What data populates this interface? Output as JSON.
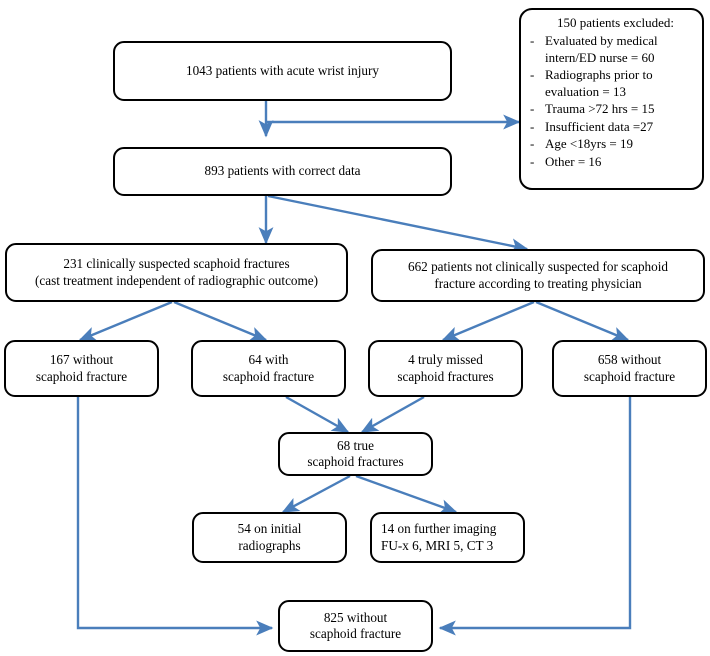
{
  "diagram": {
    "title": "Patient flow diagram for suspected scaphoid fracture study",
    "accent_color": "#4a7ebb",
    "box_border_color": "#000000",
    "background_color": "#ffffff",
    "nodes": {
      "total_cohort": {
        "label": "1043 patients with acute wrist injury",
        "count": 1043
      },
      "correct_data": {
        "label": "893 patients with correct data",
        "count": 893
      },
      "excluded": {
        "title": "150 patients excluded:",
        "count": 150,
        "bullet": "-",
        "reasons": [
          {
            "text": "Evaluated by medical intern/ED nurse = 60",
            "value": 60
          },
          {
            "text": "Radiographs prior to evaluation = 13",
            "value": 13
          },
          {
            "text": "Trauma >72 hrs = 15",
            "value": 15
          },
          {
            "text": "Insufficient data =27",
            "value": 27
          },
          {
            "text": "Age <18yrs = 19",
            "value": 19
          },
          {
            "text": "Other = 16",
            "value": 16
          }
        ]
      },
      "clinically_suspected": {
        "label": "231 clinically suspected scaphoid fractures\n(cast treatment independent of radiographic outcome)",
        "count": 231
      },
      "not_suspected": {
        "label": "662 patients not clinically suspected for scaphoid\nfracture according to treating physician",
        "count": 662
      },
      "suspected_without_fracture": {
        "label": "167 without\nscaphoid fracture",
        "count": 167
      },
      "suspected_with_fracture": {
        "label": "64 with\nscaphoid fracture",
        "count": 64
      },
      "truly_missed": {
        "label": "4 truly missed\nscaphoid fractures",
        "count": 4
      },
      "not_suspected_without_fracture": {
        "label": "658 without\nscaphoid fracture",
        "count": 658
      },
      "true_fractures": {
        "label": "68 true\nscaphoid fractures",
        "count": 68
      },
      "initial_radiographs": {
        "label": "54 on initial\nradiographs",
        "count": 54
      },
      "further_imaging": {
        "label": "14 on further imaging\nFU-x 6, MRI 5, CT 3",
        "count": 14
      },
      "final_without_fracture": {
        "label": "825 without\nscaphoid fracture",
        "count": 825
      }
    }
  }
}
